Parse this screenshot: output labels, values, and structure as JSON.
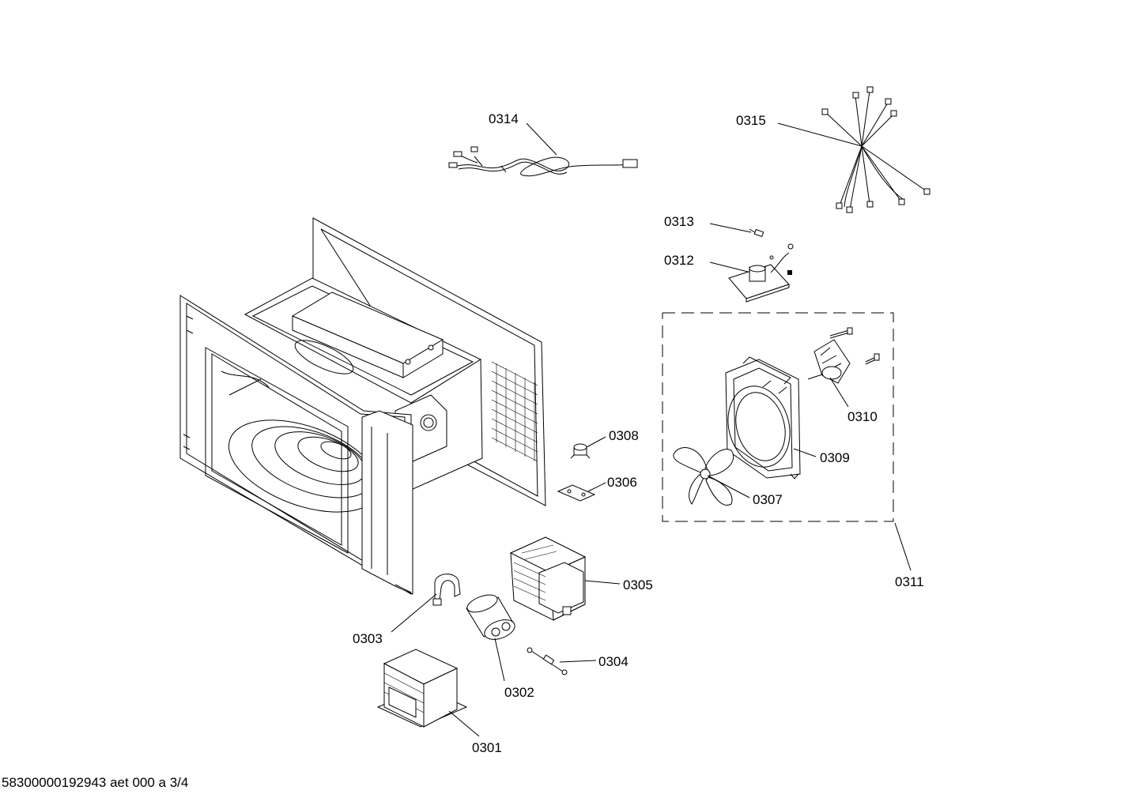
{
  "labels": {
    "p0301": "0301",
    "p0302": "0302",
    "p0303": "0303",
    "p0304": "0304",
    "p0305": "0305",
    "p0306": "0306",
    "p0307": "0307",
    "p0308": "0308",
    "p0309": "0309",
    "p0310": "0310",
    "p0311": "0311",
    "p0312": "0312",
    "p0313": "0313",
    "p0314": "0314",
    "p0315": "0315"
  },
  "footer": {
    "doc_id": "58300000192943 aet 000 a 3/4"
  },
  "colors": {
    "line": "#000000",
    "background": "#ffffff"
  }
}
